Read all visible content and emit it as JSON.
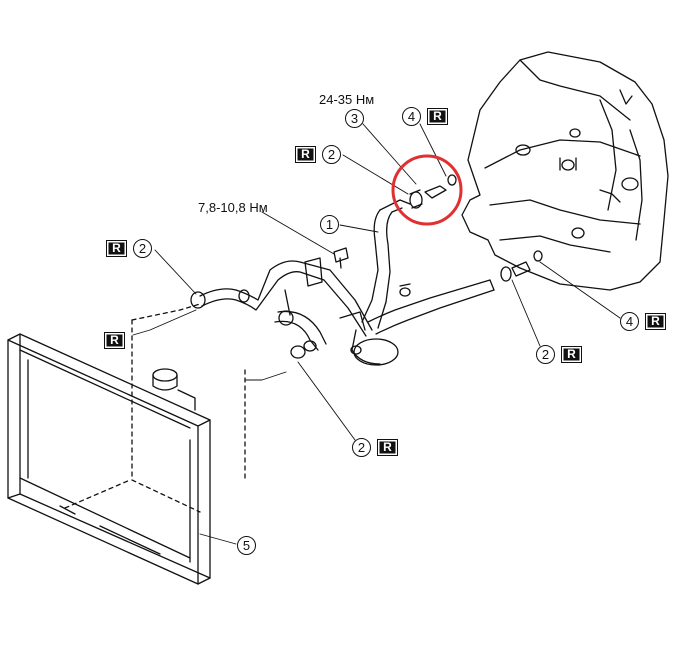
{
  "diagram": {
    "torque_labels": {
      "t1": "24-35 Нм",
      "t2": "7,8-10,8 Нм"
    },
    "callouts": {
      "c1": {
        "num": "1"
      },
      "c2a": {
        "num": "2",
        "mark": "R"
      },
      "c2b": {
        "num": "2",
        "mark": "R"
      },
      "c2c": {
        "num": "2",
        "mark": "R"
      },
      "c2d": {
        "num": "2",
        "mark": "R"
      },
      "c3": {
        "num": "3"
      },
      "c4a": {
        "num": "4",
        "mark": "R"
      },
      "c4b": {
        "num": "4",
        "mark": "R"
      },
      "c5": {
        "num": "5"
      },
      "r_left": {
        "mark": "R"
      }
    },
    "highlight_color": "#e03030",
    "line_color": "#111111"
  }
}
